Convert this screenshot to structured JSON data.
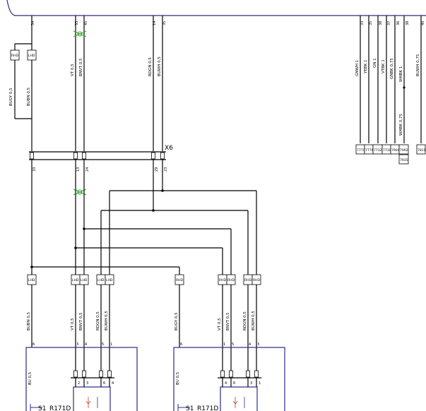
{
  "diagram": {
    "header_pins": [
      {
        "id": "h1",
        "text": "34"
      },
      {
        "id": "h2",
        "text": "33"
      },
      {
        "id": "h3",
        "text": "45"
      },
      {
        "id": "h4",
        "text": "14"
      },
      {
        "id": "h5",
        "text": "35"
      },
      {
        "id": "h6",
        "text": "33"
      },
      {
        "id": "h7",
        "text": "35"
      },
      {
        "id": "h8",
        "text": "38"
      },
      {
        "id": "h9",
        "text": "37"
      },
      {
        "id": "h10",
        "text": "36"
      },
      {
        "id": "h11",
        "text": "38"
      },
      {
        "id": "h12",
        "text": "40"
      }
    ],
    "small_boxes": [
      {
        "id": "sb1",
        "text": "RHD"
      },
      {
        "id": "sb2",
        "text": "LHD"
      },
      {
        "id": "sb3",
        "text": "LHD"
      },
      {
        "id": "sb4",
        "text": "LHD"
      },
      {
        "id": "sb5",
        "text": "LHD"
      },
      {
        "id": "sb6",
        "text": "LHD"
      },
      {
        "id": "sb7",
        "text": "LHD"
      },
      {
        "id": "sb8",
        "text": "RHD"
      },
      {
        "id": "sb9",
        "text": "RHD"
      },
      {
        "id": "sb10",
        "text": "RHD"
      },
      {
        "id": "sb11",
        "text": "RHD"
      },
      {
        "id": "sb12",
        "text": "RHD"
      }
    ],
    "right_boxes": [
      {
        "id": "rb1",
        "text": "7770"
      },
      {
        "id": "rb2",
        "text": "7776"
      },
      {
        "id": "rb3",
        "text": "7732"
      },
      {
        "id": "rb4",
        "text": "7730"
      },
      {
        "id": "rb5",
        "text": "7904"
      },
      {
        "id": "rb6",
        "text": "7992"
      },
      {
        "id": "rb7",
        "text": "7935"
      },
      {
        "id": "rb8",
        "text": "7811"
      }
    ],
    "wire_labels": [
      {
        "id": "w1",
        "text": "BUGY 0,5"
      },
      {
        "id": "w2",
        "text": "BUBN 0,5"
      },
      {
        "id": "w3",
        "text": "VT 0,5"
      },
      {
        "id": "w4",
        "text": "BNVT 0,5"
      },
      {
        "id": "w5",
        "text": "RDGN 0,5"
      },
      {
        "id": "w6",
        "text": "BUWH 0,5"
      },
      {
        "id": "w7",
        "text": "GNWH 1"
      },
      {
        "id": "w8",
        "text": "YEBK 1"
      },
      {
        "id": "w9",
        "text": "GN 1"
      },
      {
        "id": "w10",
        "text": "VTBK 1"
      },
      {
        "id": "w11",
        "text": "GNBK 0,75"
      },
      {
        "id": "w12",
        "text": "WHBK 1"
      },
      {
        "id": "w13",
        "text": "WHBK 0,75"
      },
      {
        "id": "w14",
        "text": "BUWH 0,75"
      },
      {
        "id": "w15",
        "text": "BUBN 0,5"
      },
      {
        "id": "w16",
        "text": "VT 0,5"
      },
      {
        "id": "w17",
        "text": "BNVT 0,5"
      },
      {
        "id": "w18",
        "text": "RDGN 0,5"
      },
      {
        "id": "w19",
        "text": "BUWH 0,5"
      },
      {
        "id": "w20",
        "text": "BUGY 0,5"
      },
      {
        "id": "w21",
        "text": "VT 0,5"
      },
      {
        "id": "w22",
        "text": "BNVT 0,5"
      },
      {
        "id": "w23",
        "text": "RDGN 0,5"
      },
      {
        "id": "w24",
        "text": "BUWH 0,5"
      },
      {
        "id": "w25",
        "text": "BU 0,5"
      },
      {
        "id": "w26",
        "text": "BU 0,5"
      }
    ],
    "connector_name": "X6",
    "connector_pins": [
      {
        "id": "cp1",
        "text": "33"
      },
      {
        "id": "cp2",
        "text": "13"
      },
      {
        "id": "cp3",
        "text": "24"
      },
      {
        "id": "cp4",
        "text": "29"
      },
      {
        "id": "cp5",
        "text": "23"
      }
    ],
    "module_pins": [
      {
        "id": "mp1",
        "text": "6"
      },
      {
        "id": "mp2",
        "text": "3"
      },
      {
        "id": "mp3",
        "text": "4"
      },
      {
        "id": "mp4",
        "text": "5"
      },
      {
        "id": "mp5",
        "text": "1"
      },
      {
        "id": "mp6",
        "text": "6"
      },
      {
        "id": "mp7",
        "text": "1"
      },
      {
        "id": "mp8",
        "text": "5"
      },
      {
        "id": "mp9",
        "text": "4"
      },
      {
        "id": "mp10",
        "text": "3"
      },
      {
        "id": "mp11",
        "text": "2"
      },
      {
        "id": "mp12",
        "text": "3"
      },
      {
        "id": "mp13",
        "text": "6"
      },
      {
        "id": "mp14",
        "text": "4"
      },
      {
        "id": "mp15",
        "text": "4"
      },
      {
        "id": "mp16",
        "text": "6"
      },
      {
        "id": "mp17",
        "text": "3"
      },
      {
        "id": "mp18",
        "text": "1"
      }
    ],
    "modules": [
      {
        "id": "m1",
        "text": "S1_R171D"
      },
      {
        "id": "m2",
        "text": "S1_R171D"
      }
    ]
  }
}
